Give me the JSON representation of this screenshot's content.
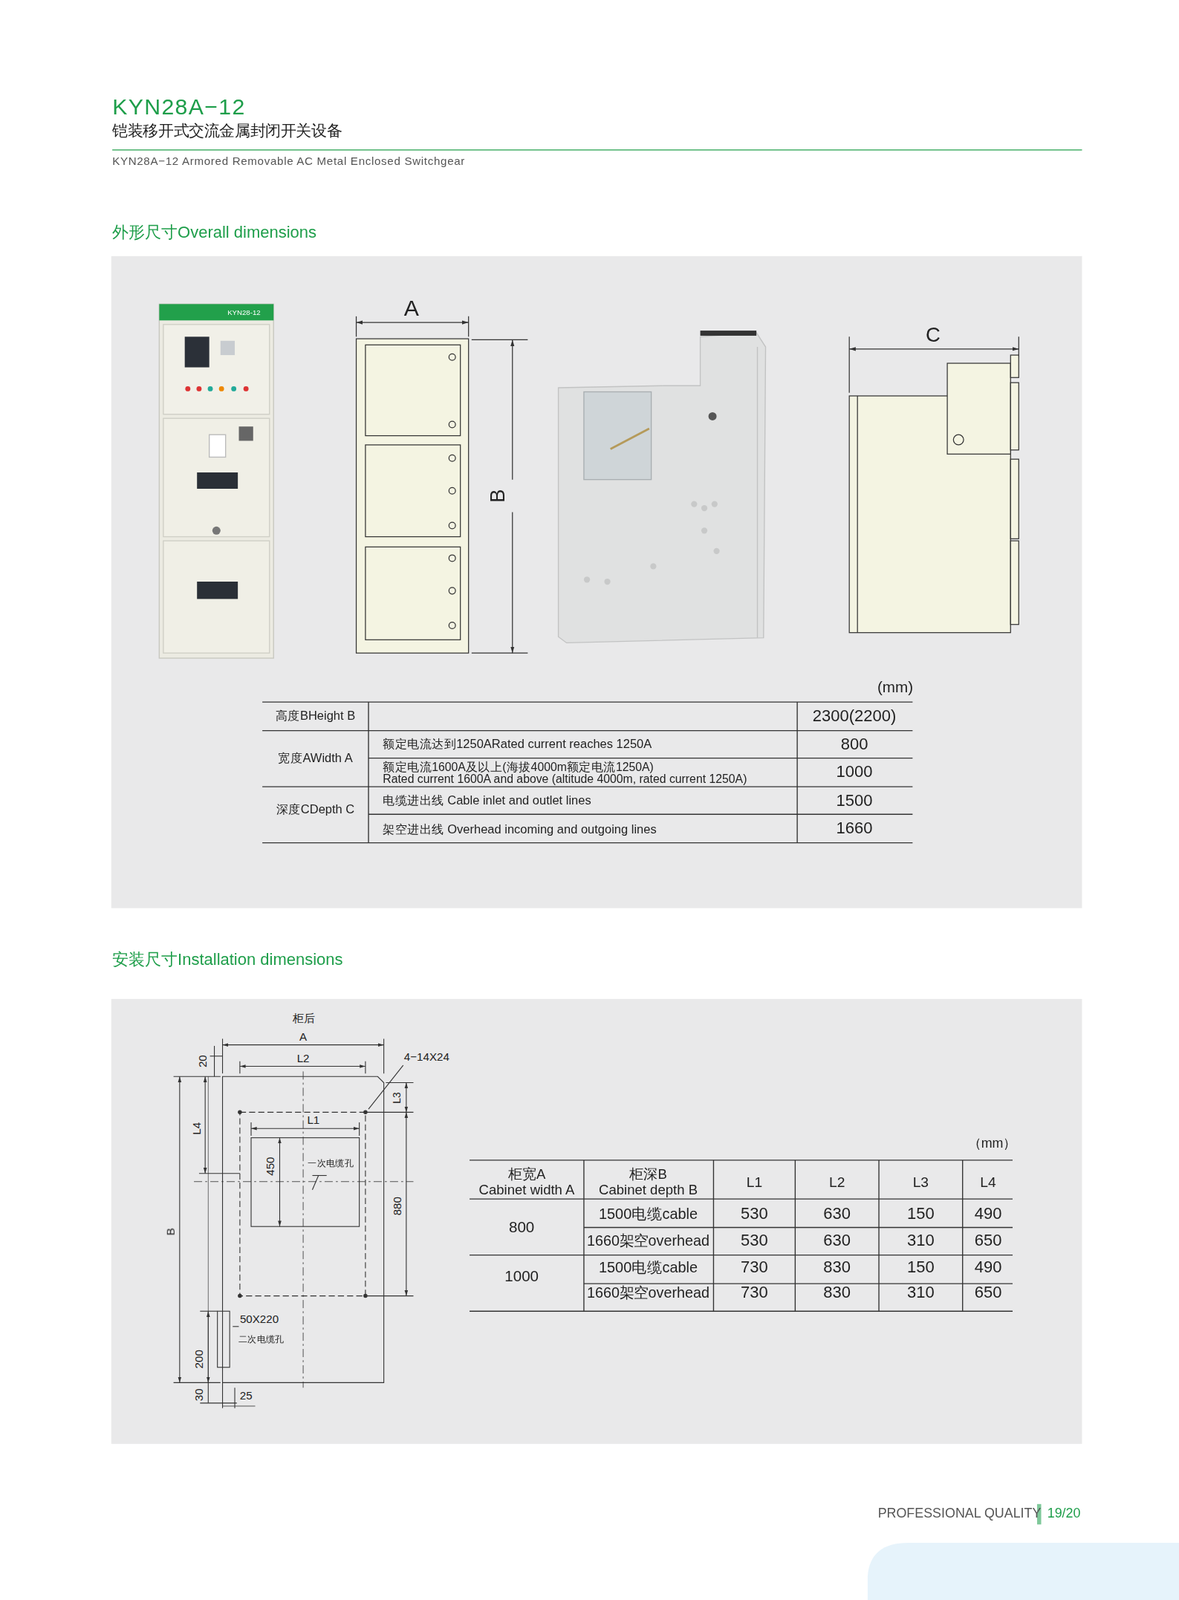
{
  "diagram": {
    "title": "KYN28A−12",
    "labels": [
      "铠装移开式交流金属封闭开关设备",
      "KYN28A−12 Armored Removable AC Metal Enclosed Switchgear",
      "外形尺寸Overall dimensions",
      "KYN28-12",
      "A",
      "B",
      "C",
      "(mm)",
      "高度BHeight B",
      "2300(2200)",
      "宽度AWidth A",
      "额定电流达到1250ARated current reaches 1250A",
      "800",
      "额定电流1600A及以上(海拔4000m额定电流1250A)",
      "Rated current 1600A and above (altitude 4000m, rated current 1250A)",
      "1000",
      "深度CDepth C",
      "电缆进出线 Cable inlet and outlet lines",
      "1500",
      "架空进出线 Overhead incoming and outgoing lines",
      "1660",
      "安装尺寸Installation dimensions",
      "柜后",
      "A",
      "L2",
      "20",
      "4−14X24",
      "L3",
      "L4",
      "L1",
      "450",
      "一次电缆孔",
      "880",
      "B",
      "50X220",
      "二次电缆孔",
      "200",
      "30",
      "25",
      "（mm）",
      "柜宽A",
      "Cabinet width A",
      "柜深B",
      "Cabinet depth B",
      "L1",
      "L2",
      "L3",
      "L4",
      "800",
      "1500电缆cable",
      "530",
      "630",
      "150",
      "490",
      "1660架空overhead",
      "530",
      "630",
      "310",
      "650",
      "1000",
      "1500电缆cable",
      "730",
      "830",
      "150",
      "490",
      "1660架空overhead",
      "730",
      "830",
      "310",
      "650",
      "PROFESSIONAL QUALITY",
      "19/20"
    ]
  }
}
